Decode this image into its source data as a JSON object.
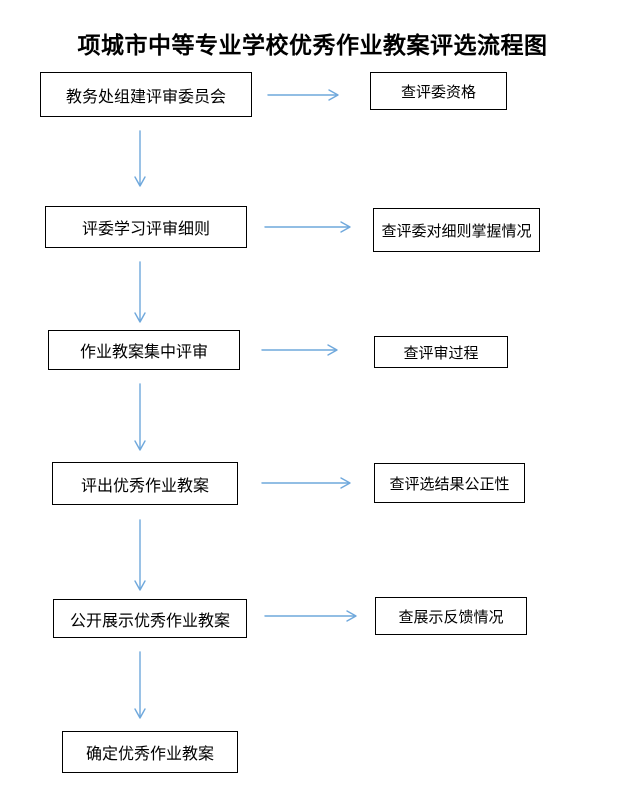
{
  "title": "项城市中等专业学校优秀作业教案评选流程图",
  "colors": {
    "arrow": "#6fa8dc",
    "box_border": "#000000",
    "text": "#000000",
    "background": "#ffffff"
  },
  "icons": {
    "arrow_right": "→",
    "arrow_down": "↓"
  },
  "flow": {
    "rows": [
      {
        "step": "教务处组建评审委员会",
        "check": "查评委资格"
      },
      {
        "step": "评委学习评审细则",
        "check": "查评委对细则掌握情况"
      },
      {
        "step": "作业教案集中评审",
        "check": "查评审过程"
      },
      {
        "step": "评出优秀作业教案",
        "check": "查评选结果公正性"
      },
      {
        "step": "公开展示优秀作业教案",
        "check": "查展示反馈情况"
      },
      {
        "step": "确定优秀作业教案",
        "check": null
      }
    ]
  }
}
